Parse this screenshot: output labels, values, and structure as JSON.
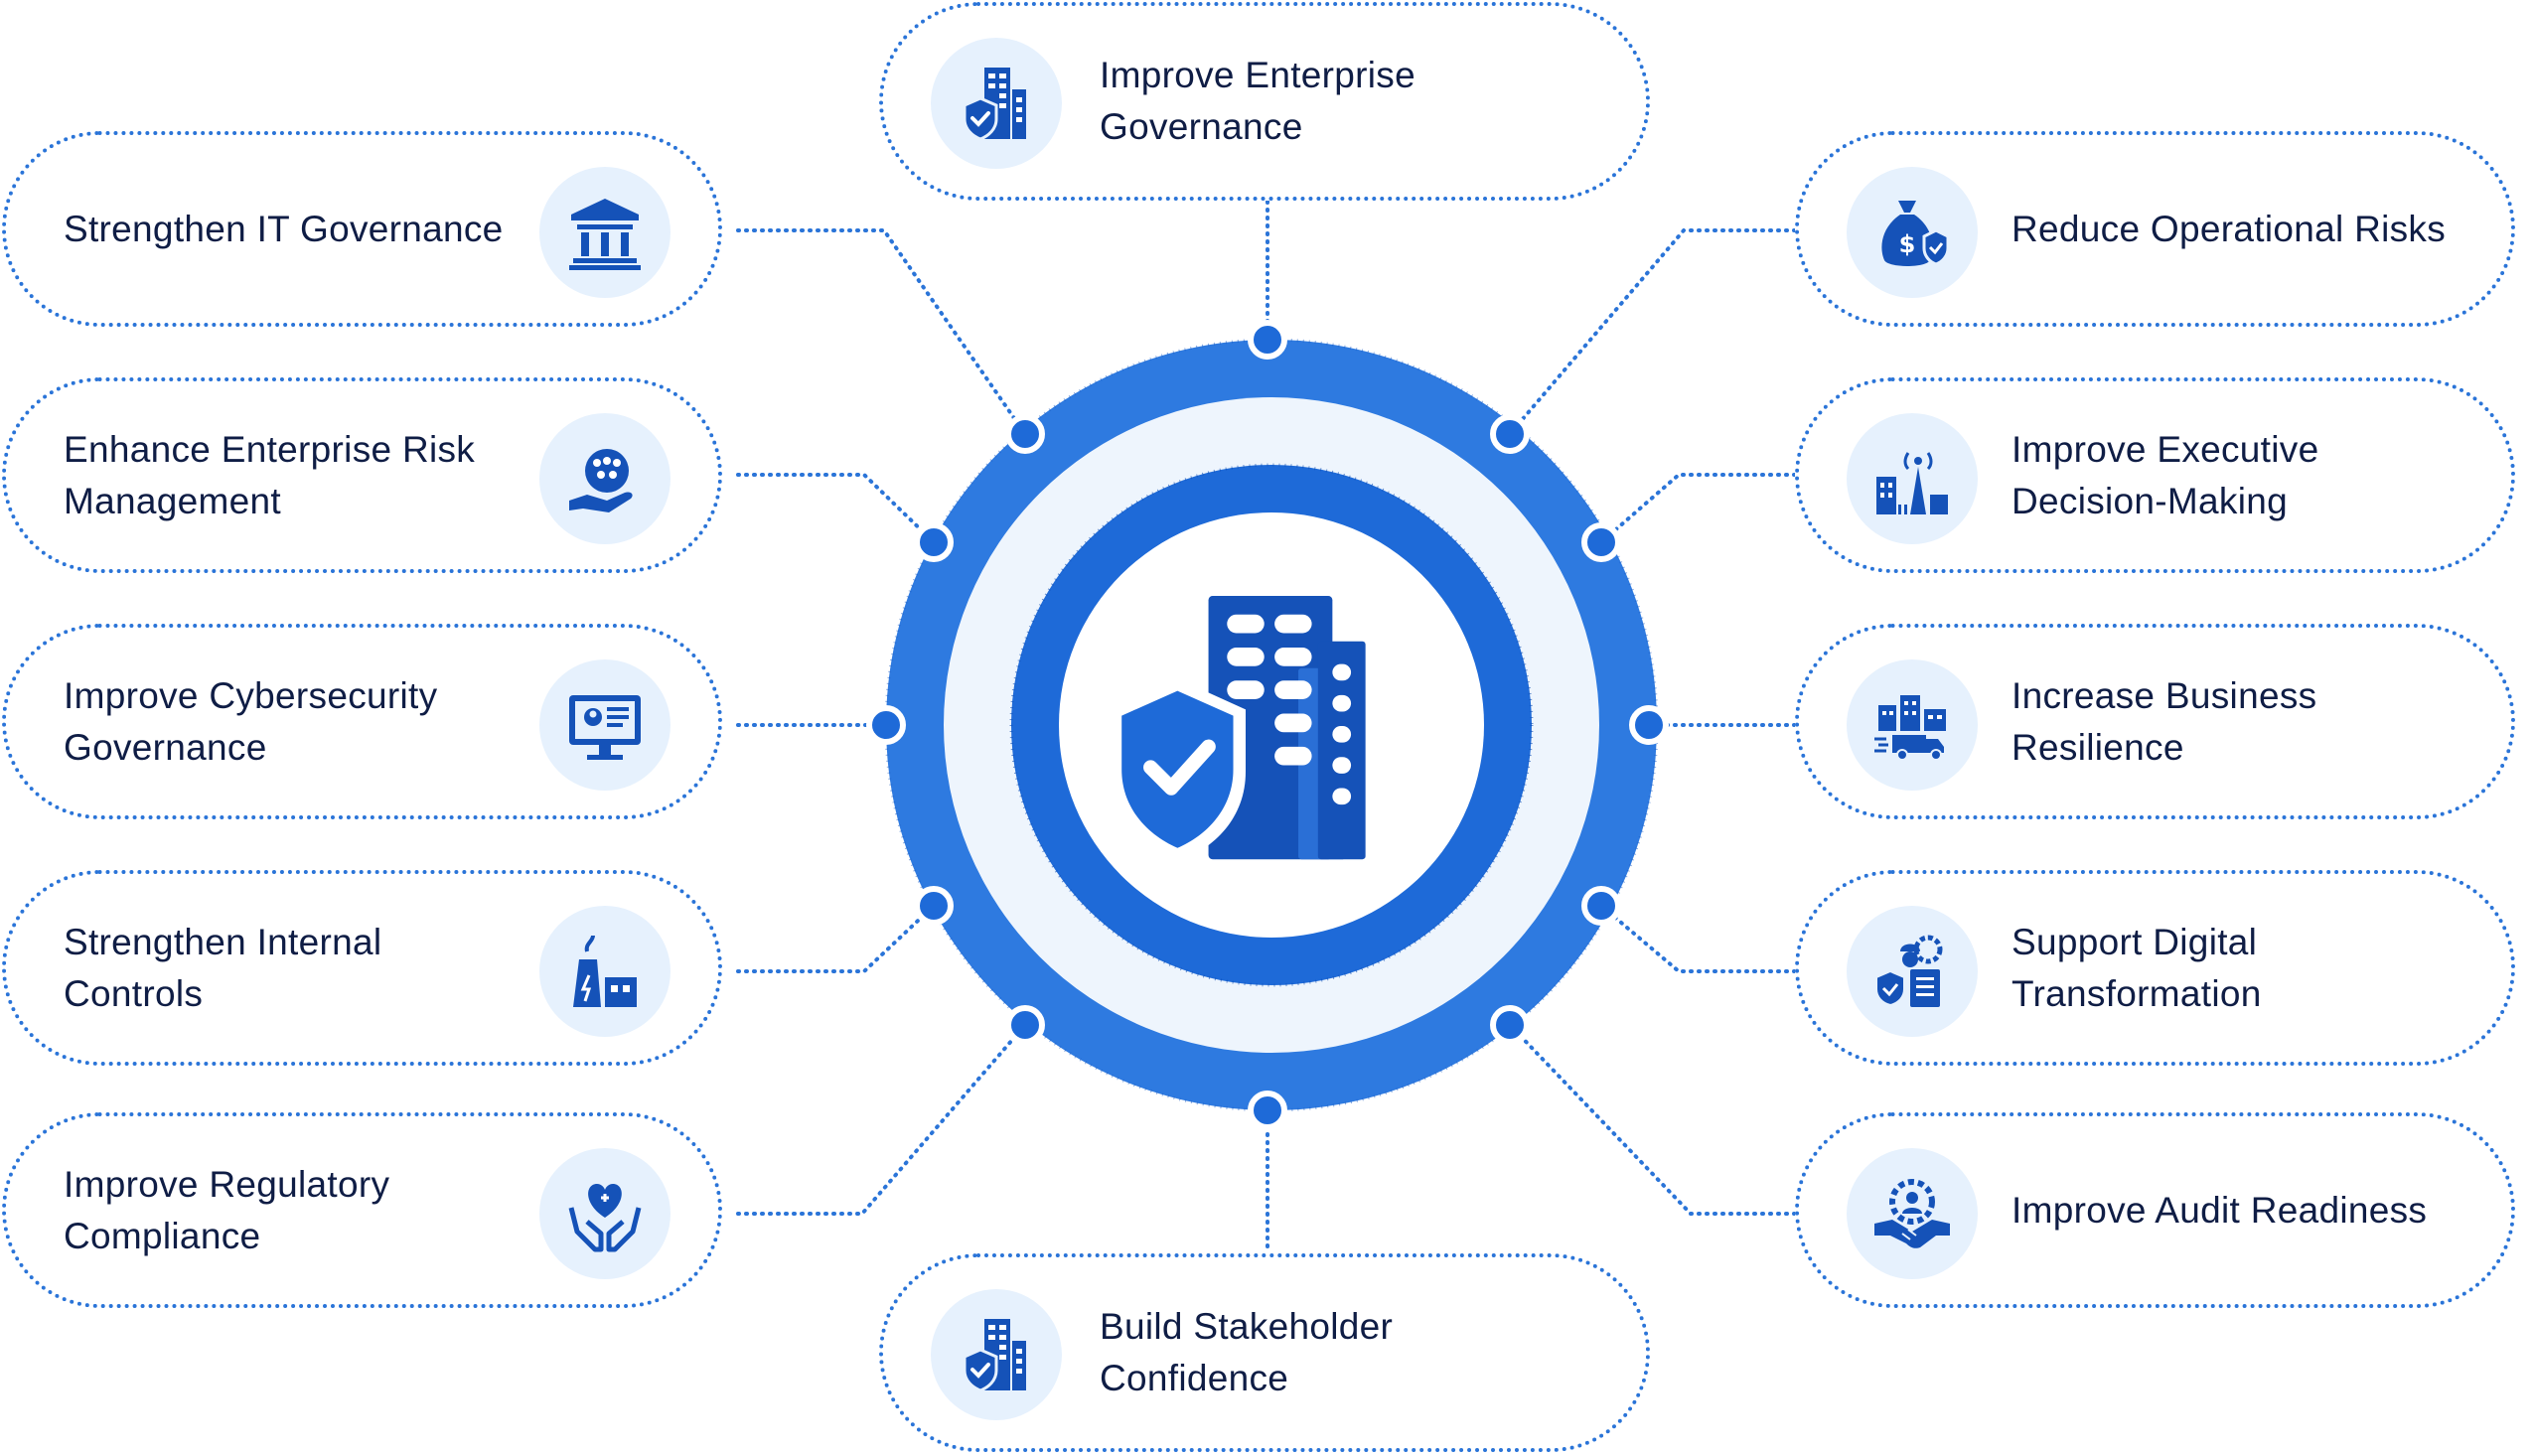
{
  "center": {
    "icon": "shield-building-icon"
  },
  "colors": {
    "ring_outer": "#2e7ae0",
    "ring_inner_band": "#eef5fd",
    "ring_inner": "#1e6ad8",
    "icon_dark": "#1552b8",
    "connector": "#2a74d8",
    "text": "#0f1d45",
    "badge_bg": "#e6f1fd"
  },
  "items": [
    {
      "id": "improve-enterprise-governance",
      "label": "Improve Enterprise\nGovernance",
      "icon": "shield-building-icon"
    },
    {
      "id": "strengthen-it-governance",
      "label": "Strengthen IT Governance",
      "icon": "bank-icon"
    },
    {
      "id": "enhance-enterprise-risk-management",
      "label": "Enhance Enterprise Risk\nManagement",
      "icon": "hand-group-icon"
    },
    {
      "id": "improve-cybersecurity-governance",
      "label": "Improve Cybersecurity\nGovernance",
      "icon": "monitor-profile-icon"
    },
    {
      "id": "strengthen-internal-controls",
      "label": "Strengthen Internal\nControls",
      "icon": "power-plant-icon"
    },
    {
      "id": "improve-regulatory-compliance",
      "label": "Improve Regulatory\nCompliance",
      "icon": "hands-heart-icon"
    },
    {
      "id": "build-stakeholder-confidence",
      "label": "Build Stakeholder\nConfidence",
      "icon": "shield-building-icon"
    },
    {
      "id": "reduce-operational-risks",
      "label": "Reduce Operational Risks",
      "icon": "money-bag-shield-icon"
    },
    {
      "id": "improve-executive-decision-making",
      "label": "Improve Executive\nDecision-Making",
      "icon": "city-tower-icon"
    },
    {
      "id": "increase-business-resilience",
      "label": "Increase Business\nResilience",
      "icon": "delivery-truck-city-icon"
    },
    {
      "id": "support-digital-transformation",
      "label": "Support Digital\nTransformation",
      "icon": "engineer-gear-icon"
    },
    {
      "id": "improve-audit-readiness",
      "label": "Improve Audit Readiness",
      "icon": "handshake-gear-icon"
    }
  ]
}
